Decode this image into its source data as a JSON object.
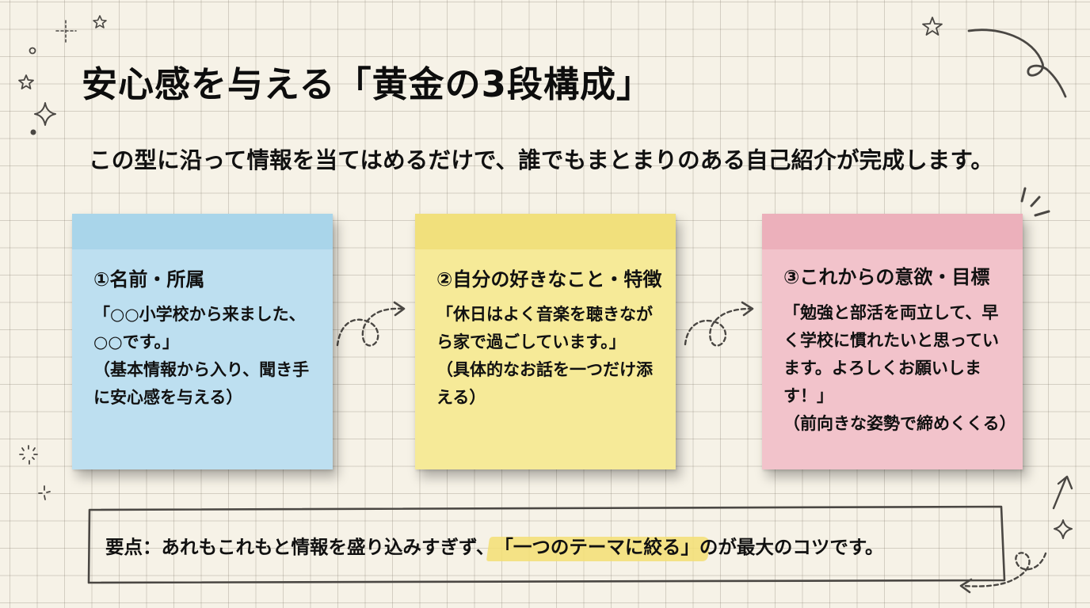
{
  "header": {
    "title": "安心感を与える「黄金の3段構成」",
    "subtitle": "この型に沿って情報を当てはめるだけで、誰でもまとまりのある自己紹介が完成します。"
  },
  "cards": [
    {
      "title": "①名前・所属",
      "body": "「○○小学校から来ました、○○です。」\n（基本情報から入り、聞き手に安心感を与える）",
      "color": "#bddff0"
    },
    {
      "title": "②自分の好きなこと・特徴",
      "body": "「休日はよく音楽を聴きながら家で過ごしています。」\n（具体的なお話を一つだけ添える）",
      "color": "#f6ea98"
    },
    {
      "title": "③これからの意欲・目標",
      "body": "「勉強と部活を両立して、早く学校に慣れたいと思っています。よろしくお願いします！」\n（前向きな姿勢で締めくくる）",
      "color": "#f2c3cb"
    }
  ],
  "summary": {
    "prefix": "要点：あれもこれもと情報を盛り込みすぎず、",
    "highlight": "「一つのテーマに絞る」",
    "suffix": "のが最大のコツです。",
    "highlight_color": "#f3df73"
  },
  "decorations": [
    "star-icon",
    "sparkle-icon",
    "circle-icon",
    "dot-icon",
    "curved-arrow-icon",
    "dashed-loop-arrow-icon",
    "burst-lines-icon"
  ]
}
